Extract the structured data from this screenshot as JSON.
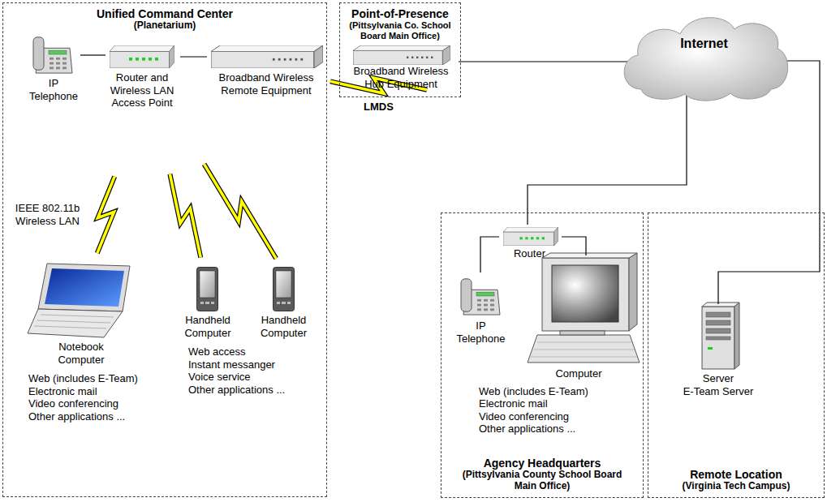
{
  "diagram": {
    "nodes": [
      {
        "text": [
          "Unified Command Center",
          "(Planetarium)"
        ]
      },
      {
        "text": [
          "IP Telephone"
        ],
        "in": 0
      },
      {
        "text": [
          "Router and Wireless LAN Access Point"
        ],
        "in": 0
      },
      {
        "text": [
          "Broadband Wireless Remote Equipment"
        ],
        "in": 0
      },
      {
        "text": [
          "Notebook Computer",
          "Web (includes E-Team)",
          "Electronic mail",
          "Video conferencing",
          "Other applications ..."
        ],
        "in": 0
      },
      {
        "text": [
          "Handheld Computer",
          "Web access",
          "Instant messanger",
          "Voice service",
          "Other applications ..."
        ],
        "in": 0
      },
      {
        "text": [
          "Handheld Computer"
        ],
        "in": 0
      },
      {
        "text": [
          "Point-of-Presence",
          "(Pittsylvania Co. School Board Main Office)"
        ]
      },
      {
        "text": [
          "Broadband Wireless Hub Equipment"
        ],
        "in": 7
      },
      {
        "text": [
          "Internet"
        ]
      },
      {
        "text": [
          "Agency  Headquarters",
          "(Pittsylvania County School Board Main Office)"
        ]
      },
      {
        "text": [
          "Router"
        ],
        "in": 10
      },
      {
        "text": [
          "IP Telephone"
        ],
        "in": 10
      },
      {
        "text": [
          "Computer",
          "Web (includes E-Team)",
          "Electronic mail",
          "Video conferencing",
          "Other applications ..."
        ],
        "in": 10
      },
      {
        "text": [
          "Remote Location",
          "(Virginia Tech Campus)"
        ]
      },
      {
        "text": [
          "Server",
          "E-Team Server"
        ],
        "in": 14
      }
    ],
    "edges": [
      {
        "from": 1,
        "to": 2,
        "arrow": "none"
      },
      {
        "from": 2,
        "to": 3,
        "arrow": "none"
      },
      {
        "from": 3,
        "to": 8,
        "label": "LMDS",
        "arrow": "none"
      },
      {
        "from": 2,
        "to": 4,
        "label": "IEEE 802.11b Wireless LAN",
        "arrow": "none"
      },
      {
        "from": 2,
        "to": 5,
        "arrow": "none"
      },
      {
        "from": 2,
        "to": 6,
        "arrow": "none"
      },
      {
        "from": 8,
        "to": 9,
        "arrow": "none"
      },
      {
        "from": 9,
        "to": 11,
        "arrow": "none"
      },
      {
        "from": 11,
        "to": 12,
        "arrow": "none"
      },
      {
        "from": 11,
        "to": 13,
        "arrow": "none"
      },
      {
        "from": 9,
        "to": 15,
        "arrow": "none"
      }
    ]
  }
}
